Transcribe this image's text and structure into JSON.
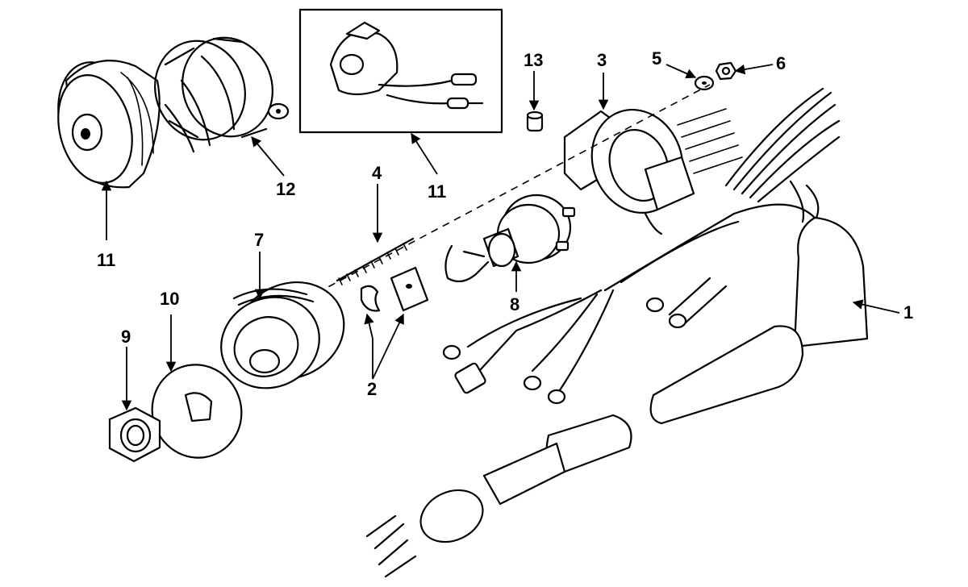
{
  "callouts": {
    "c1": "1",
    "c2": "2",
    "c3": "3",
    "c4": "4",
    "c5": "5",
    "c6": "6",
    "c7": "7",
    "c8": "8",
    "c9": "9",
    "c10": "10",
    "c11_left": "11",
    "c11_inset": "11",
    "c12": "12",
    "c13": "13"
  }
}
